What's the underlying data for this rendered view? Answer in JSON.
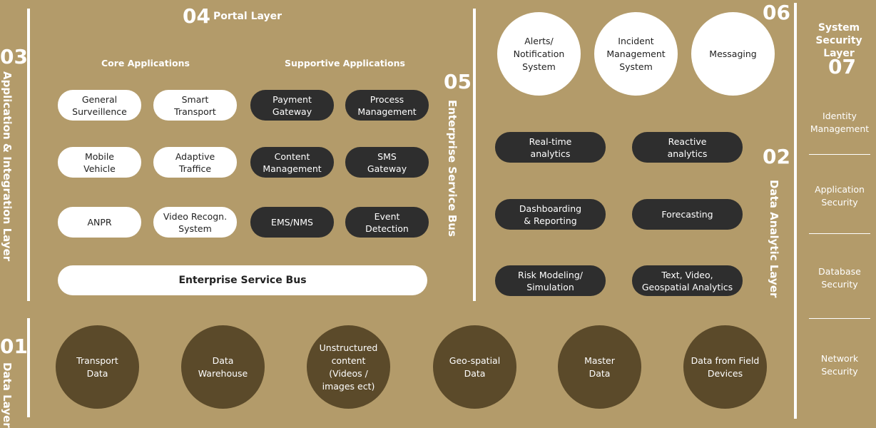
{
  "layers": {
    "portal": {
      "number": "04",
      "title": "Portal Layer"
    },
    "app_integration": {
      "number": "03",
      "title": "Application & Integration Layer"
    },
    "esb": {
      "number": "05",
      "title": "Enterprise Service Bus"
    },
    "notifications": {
      "number": "06"
    },
    "data_analytic": {
      "number": "02",
      "title": "Data Analytic Layer"
    },
    "security": {
      "number": "07",
      "title": "System\nSecurity Layer"
    },
    "data": {
      "number": "01",
      "title": "Data Layer"
    }
  },
  "core_applications": {
    "title": "Core Applications",
    "items": [
      "General\nSurveillence",
      "Smart\nTransport",
      "Mobile\nVehicle",
      "Adaptive\nTraffice",
      "ANPR",
      "Video Recogn.\nSystem"
    ]
  },
  "supportive_applications": {
    "title": "Supportive Applications",
    "items": [
      "Payment\nGateway",
      "Process\nManagement",
      "Content\nManagement",
      "SMS\nGateway",
      "EMS/NMS",
      "Event\nDetection"
    ]
  },
  "esb_bar": "Enterprise Service Bus",
  "notification_systems": [
    "Alerts/\nNotification\nSystem",
    "Incident\nManagement\nSystem",
    "Messaging"
  ],
  "analytics": [
    "Real-time\nanalytics",
    "Reactive\nanalytics",
    "Dashboarding\n& Reporting",
    "Forecasting",
    "Risk Modeling/\nSimulation",
    "Text, Video,\nGeospatial Analytics"
  ],
  "security_items": [
    "Identity\nManagement",
    "Application\nSecurity",
    "Database\nSecurity",
    "Network\nSecurity"
  ],
  "data_sources": [
    "Transport\nData",
    "Data\nWarehouse",
    "Unstructured\ncontent\n(Videos /\nimages ect)",
    "Geo-spatial\nData",
    "Master\nData",
    "Data from Field\nDevices"
  ]
}
